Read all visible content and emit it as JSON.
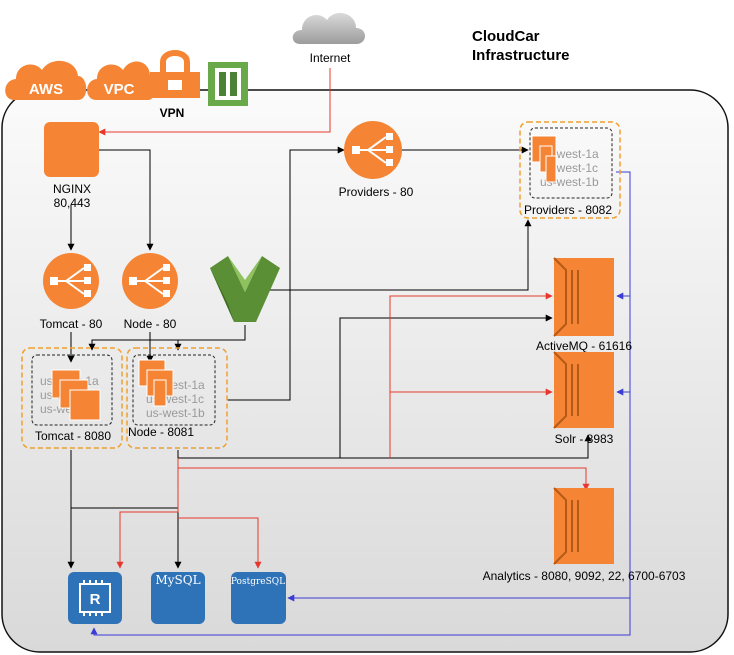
{
  "title": {
    "line1": "CloudCar",
    "line2": "Infrastructure"
  },
  "badges": {
    "aws": "AWS",
    "vpc": "VPC",
    "vpn": "VPN"
  },
  "nodes": {
    "internet": "Internet",
    "nginx": {
      "name": "NGINX",
      "ports": "80,443"
    },
    "tomcat_lb": "Tomcat - 80",
    "node_lb": "Node - 80",
    "providers_lb": "Providers - 80",
    "tomcat_group": "Tomcat - 8080",
    "node_group": "Node - 8081",
    "providers_group": "Providers - 8082",
    "activemq": "ActiveMQ - 61616",
    "solr": "Solr - 8983",
    "analytics": "Analytics - 8080, 9092, 22, 6700-6703",
    "mysql": "MySQL",
    "postgresql": "PostgreSQL",
    "rds_letter": "R"
  },
  "zones": [
    "us-west-1a",
    "us-west-1c",
    "us-west-1b"
  ],
  "colors": {
    "aws_orange": "#f58534",
    "link_black": "#000000",
    "link_red": "#e8372c",
    "link_blue": "#3b3bd6",
    "db_blue": "#2e73b8",
    "group_border": "#f0a030"
  }
}
